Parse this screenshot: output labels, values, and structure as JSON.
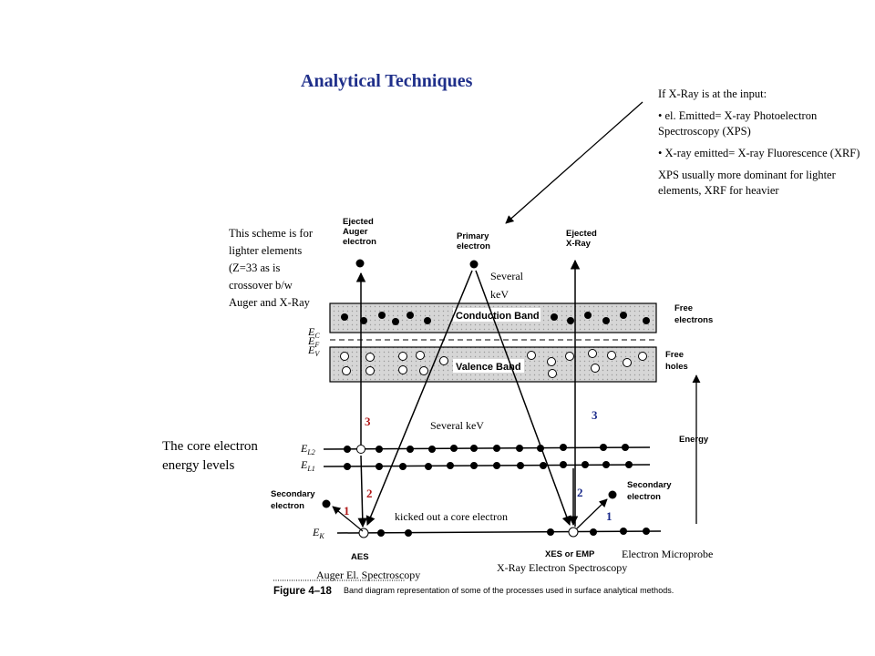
{
  "title": "Analytical Techniques",
  "notes": {
    "heading": "If X-Ray is at the input:",
    "bullet1": "• el. Emitted= X-ray Photoelectron Spectroscopy (XPS)",
    "bullet2": "• X-ray emitted=  X-ray Fluorescence (XRF)",
    "footer": "XPS usually more dominant for lighter elements, XRF for heavier"
  },
  "scheme_note": "This scheme is for lighter elements (Z=33 as is crossover b/w Auger and X-Ray",
  "core_note": "The core electron energy levels",
  "figure": {
    "ejected_auger": [
      "Ejected",
      "Auger",
      "electron"
    ],
    "primary_electron": [
      "Primary",
      "electron"
    ],
    "ejected_xray": [
      "Ejected",
      "X-Ray"
    ],
    "several_kev_top": [
      "Several",
      "keV"
    ],
    "several_kev_mid": "Several keV",
    "conduction_band": "Conduction Band",
    "valence_band": "Valence Band",
    "free_electrons": [
      "Free",
      "electrons"
    ],
    "free_holes": [
      "Free",
      "holes"
    ],
    "energy": "Energy",
    "ec": "E",
    "ec_sub": "C",
    "ef": "E",
    "ef_sub": "F",
    "ev": "E",
    "ev_sub": "V",
    "el2": "E",
    "el2_sub": "L2",
    "el1": "E",
    "el1_sub": "L1",
    "ek": "E",
    "ek_sub": "K",
    "secondary_left": [
      "Secondary",
      "electron"
    ],
    "secondary_right": [
      "Secondary",
      "electron"
    ],
    "kicked_out": "kicked out a core electron",
    "num_1": "1",
    "num_2": "2",
    "num_3": "3",
    "aes": "AES",
    "xes": "XES or EMP",
    "electron_microprobe": "Electron Microprobe",
    "auger_spec": "Auger El. Spectroscopy",
    "xray_spec": "X-Ray Electron Spectroscopy",
    "figure_number": "Figure 4–18",
    "caption": "Band diagram representation of some of the processes used in surface analytical methods.",
    "red_color": "#b01818",
    "blue_color": "#1a2a8a"
  }
}
